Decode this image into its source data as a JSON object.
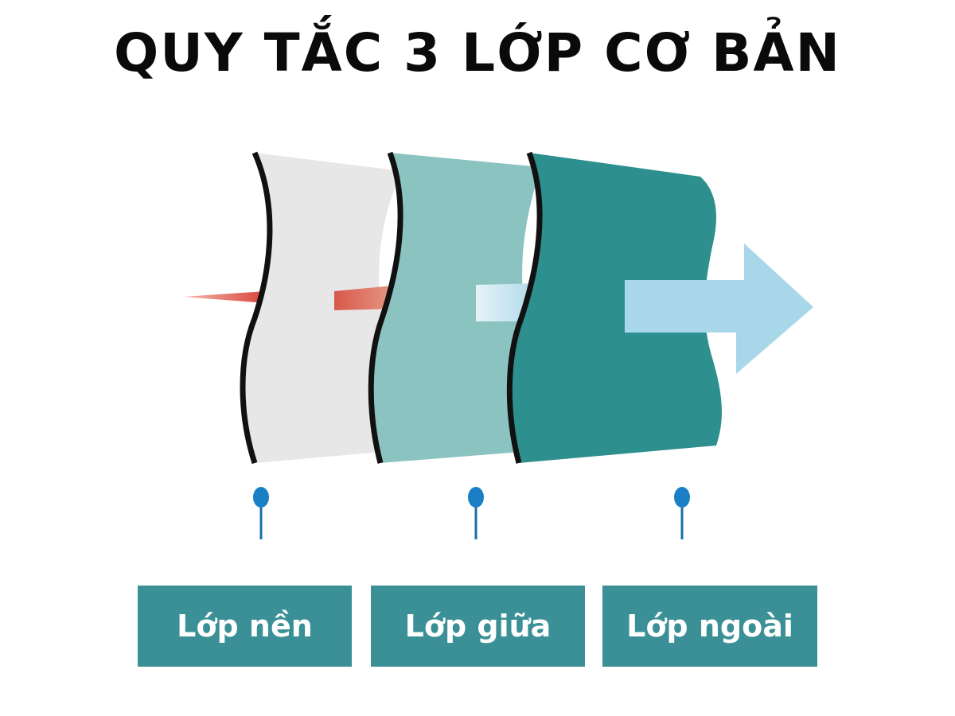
{
  "title": "QUY TẮC 3 LỚP CƠ BẢN",
  "colors": {
    "layer1": "#e6e7e6",
    "layer2": "#8bc3c1",
    "layer3": "#2e8f8f",
    "arrow": "#a9d7ea",
    "pin": "#1a7fc4",
    "label_bg": "#3a9096"
  },
  "layers": [
    {
      "label": "Lớp nền"
    },
    {
      "label": "Lớp giữa"
    },
    {
      "label": "Lớp ngoài"
    }
  ]
}
